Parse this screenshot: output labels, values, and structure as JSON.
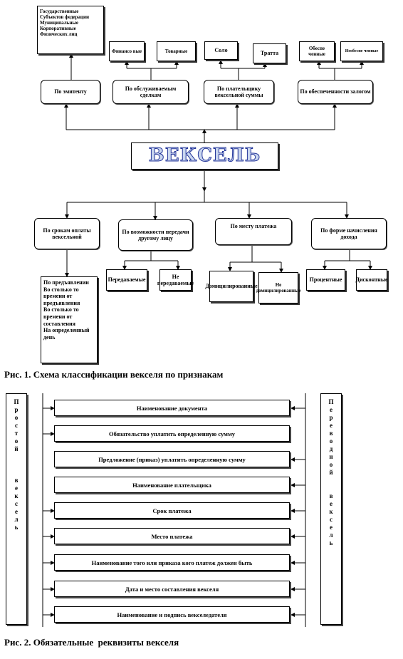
{
  "figure1": {
    "center": "ВЕКСЕЛЬ",
    "top_groups": [
      {
        "label": "По эмитенту",
        "children": [
          "Государственные\nСубъектов федерации\nМуниципальные\nКорпоративные\nФизических лиц"
        ]
      },
      {
        "label": "По обслуживаемым сделкам",
        "children": [
          "Финансо вые",
          "Товарные"
        ]
      },
      {
        "label": "По плательщику вексельной суммы",
        "children": [
          "Соло",
          "Тратта"
        ]
      },
      {
        "label": "По обеспеченности залогом",
        "children": [
          "Обеспе ченные",
          "Необеспе ченные"
        ]
      }
    ],
    "bottom_groups": [
      {
        "label": "По срокам оплаты вексельной",
        "children": [
          "По предъявлении\nВо столько то времени от предъявления\nВо столько то времени от составления\nНа определенный день"
        ]
      },
      {
        "label": "По возможности передачи другому лицу",
        "children": [
          "Передаваемые",
          "Не передаваемые"
        ]
      },
      {
        "label": "По месту платежа",
        "children": [
          "Домицилированные",
          "Не домицилированные"
        ]
      },
      {
        "label": "По форме начисления дохода",
        "children": [
          "Процентные",
          "Дисконтные"
        ]
      }
    ],
    "caption": "Рис. 1. Схема классификации векселя по признакам"
  },
  "figure2": {
    "left_label": "Простой вексель",
    "right_label": "Переводной вексель",
    "left_chars": [
      "П",
      "р",
      "о",
      "с",
      "т",
      "о",
      "й",
      "",
      "",
      "",
      "в",
      "е",
      "к",
      "с",
      "е",
      "л",
      "ь"
    ],
    "right_chars": [
      "П",
      "е",
      "р",
      "е",
      "в",
      "о",
      "д",
      "н",
      "о",
      "й",
      "",
      "",
      "в",
      "е",
      "к",
      "с",
      "е",
      "л",
      "ь"
    ],
    "requisites": [
      "Наименование документа",
      "Обязательство уплатить определенную сумму",
      "Предложение (приказ) уплатить определенную сумму",
      "Наименование плательщика",
      "Срок платежа",
      "Место платежа",
      "Наименование того или приказа кого платеж должен быть",
      "Дата и место составления векселя",
      "Наименование и подпись векселедателя"
    ],
    "caption": "Рис. 2. Обязательные  реквизиты векселя"
  }
}
